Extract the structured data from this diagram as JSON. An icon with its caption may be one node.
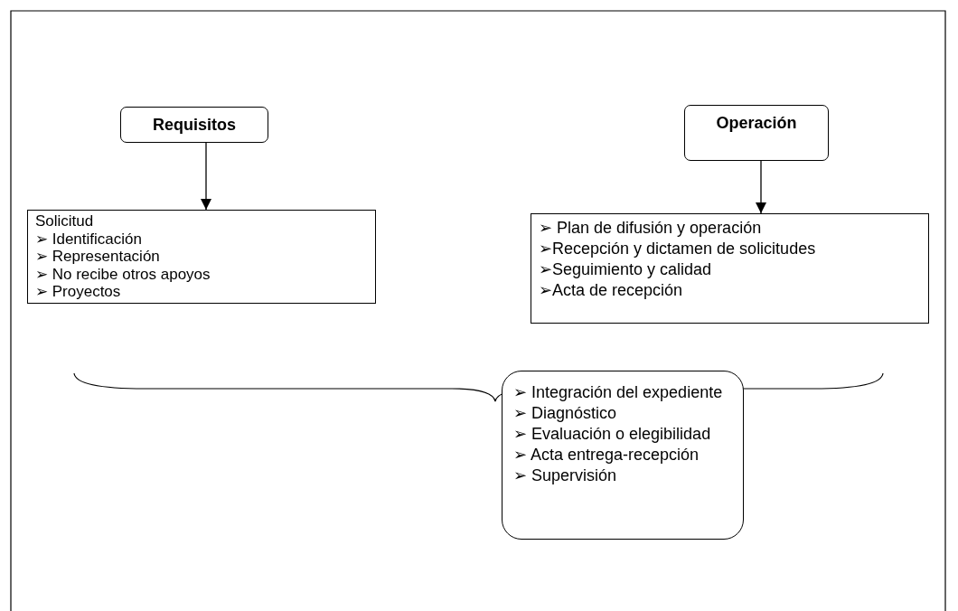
{
  "diagram": {
    "nodes": [
      {
        "text": [
          "Requisitos"
        ]
      },
      {
        "text": [
          "Operación"
        ]
      },
      {
        "text": [
          "Solicitud",
          "➢ Identificación",
          "➢ Representación",
          "➢ No recibe otros apoyos",
          "➢ Proyectos"
        ]
      },
      {
        "text": [
          "➢ Plan de difusión y operación",
          "➢Recepción y dictamen de solicitudes",
          "➢Seguimiento y calidad",
          "➢Acta de recepción"
        ]
      },
      {
        "text": [
          "➢ Integración del expediente",
          "➢ Diagnóstico",
          "➢ Evaluación o elegibilidad",
          "➢ Acta entrega-recepción",
          "➢ Supervisión"
        ]
      }
    ],
    "edges": [
      {
        "from": 0,
        "to": 2,
        "arrow": "to"
      },
      {
        "from": 1,
        "to": 3,
        "arrow": "to"
      }
    ]
  }
}
